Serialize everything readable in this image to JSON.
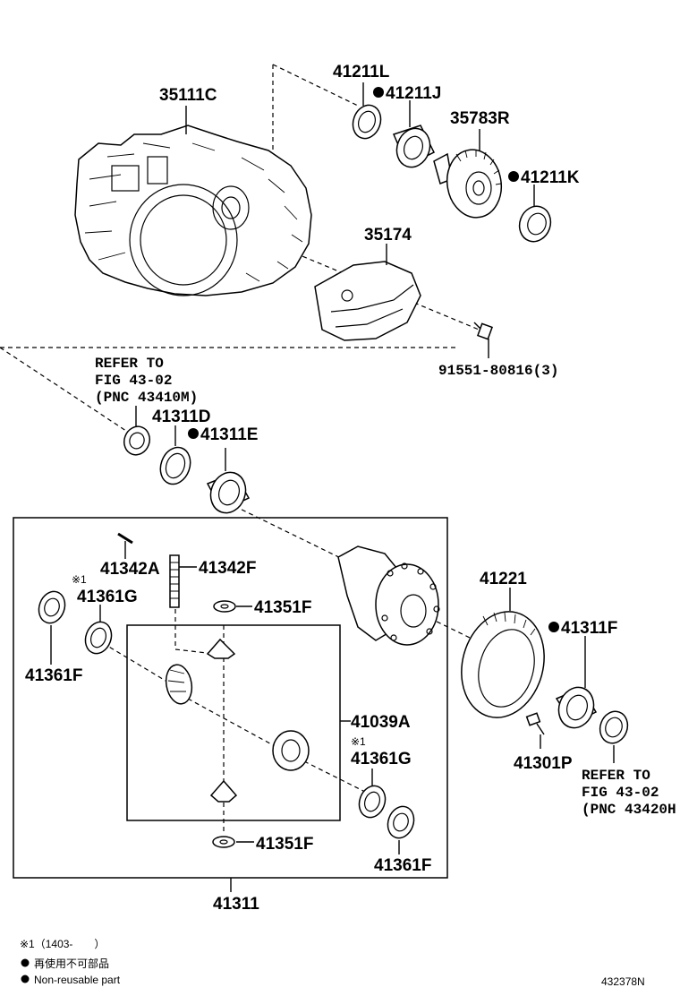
{
  "parts": {
    "p35111C": "35111C",
    "p41211L": "41211L",
    "p41211J": "41211J",
    "p35783R": "35783R",
    "p41211K": "41211K",
    "p35174": "35174",
    "p91551": "91551-80816(3)",
    "p41311D": "41311D",
    "p41311E": "41311E",
    "p41342A": "41342A",
    "p41342F": "41342F",
    "p41361G_top": "41361G",
    "p41351F_top": "41351F",
    "p41361F_left": "41361F",
    "p41039A": "41039A",
    "p41361G_bottom": "41361G",
    "p41351F_bottom": "41351F",
    "p41361F_bottom": "41361F",
    "p41311": "41311",
    "p41221": "41221",
    "p41311F": "41311F",
    "p41301P": "41301P"
  },
  "marks": {
    "star1_a": "※1",
    "star1_b": "※1"
  },
  "refer_left": {
    "line1": "REFER TO",
    "line2": "FIG 43-02",
    "line3": "(PNC 43410M)"
  },
  "refer_right": {
    "line1": "REFER TO",
    "line2": "FIG 43-02",
    "line3": "(PNC 43420H"
  },
  "legend": {
    "star_note": "※1（1403-　　）",
    "bullet_jp": "再使用不可部品",
    "bullet_en": "Non-reusable part"
  },
  "illustration_id": "432378N"
}
